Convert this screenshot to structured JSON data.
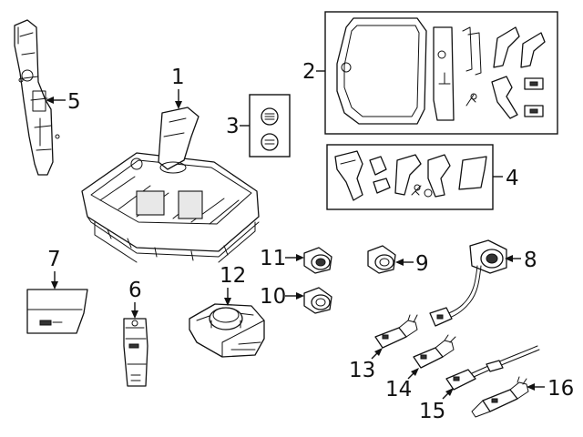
{
  "callouts": {
    "c1": "1",
    "c2": "2",
    "c3": "3",
    "c4": "4",
    "c5": "5",
    "c6": "6",
    "c7": "7",
    "c8": "8",
    "c9": "9",
    "c10": "10",
    "c11": "11",
    "c12": "12",
    "c13": "13",
    "c14": "14",
    "c15": "15",
    "c16": "16"
  },
  "colors": {
    "ink": "#111111",
    "background": "#ffffff"
  }
}
